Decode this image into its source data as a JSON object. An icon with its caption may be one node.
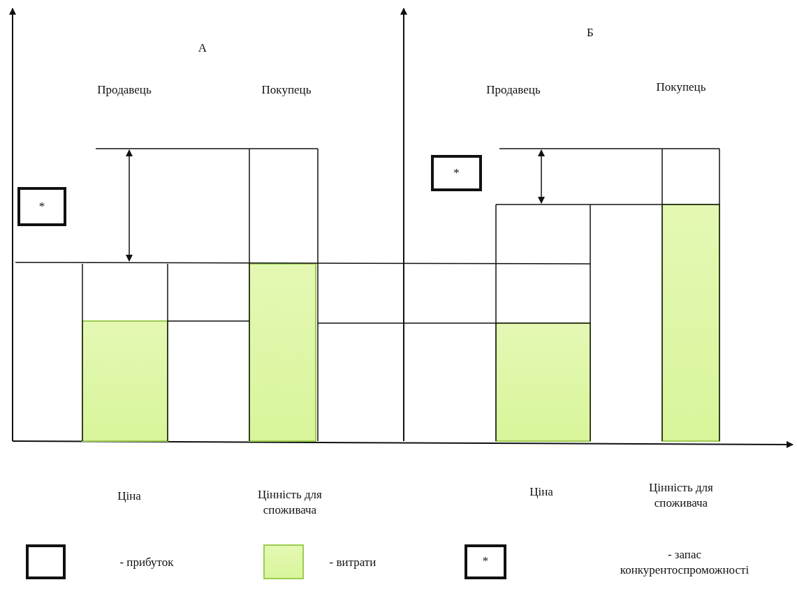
{
  "diagram": {
    "nodes": [
      {
        "text": [
          "*"
        ]
      },
      {
        "text": [
          "*"
        ]
      },
      {
        "text": [],
        "shape": "bar"
      },
      {
        "text": [],
        "shape": "bar"
      },
      {
        "text": [],
        "shape": "bar"
      },
      {
        "text": [],
        "shape": "bar"
      }
    ],
    "edges": [],
    "labels": [
      "А",
      "Б",
      "Продавець",
      "Покупець",
      "Продавець",
      "Покупець",
      "Ціна",
      "Цінність для споживача",
      "Ціна",
      "Цінність для споживача",
      "*"
    ],
    "legend": [
      {
        "text": "- прибуток"
      },
      {
        "text": "- витрати",
        "color": "#e4f8b4"
      },
      {
        "text": "- запас конкурентоспроможності"
      }
    ]
  }
}
